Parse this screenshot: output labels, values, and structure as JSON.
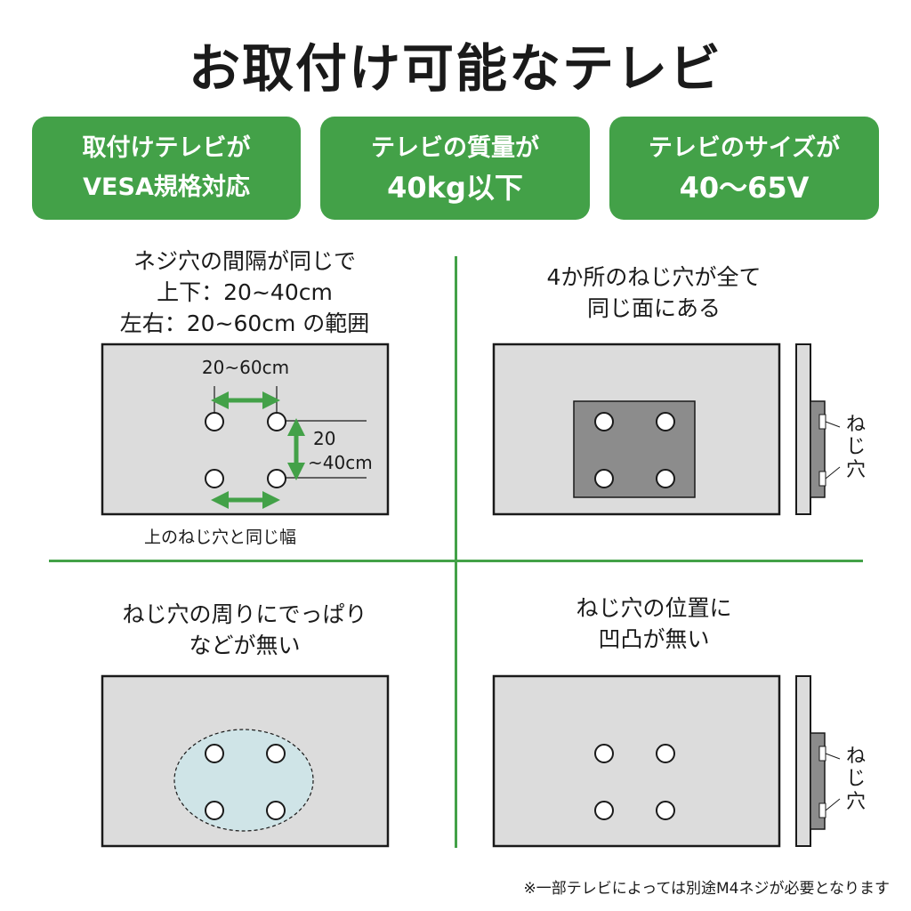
{
  "title": "お取付け可能なテレビ",
  "badges": [
    {
      "line1": "取付けテレビが",
      "line2": "VESA規格対応"
    },
    {
      "line1": "テレビの質量が",
      "line2": "40kg以下"
    },
    {
      "line1": "テレビのサイズが",
      "line2": "40〜65V"
    }
  ],
  "panels": {
    "top_left": {
      "caption": [
        "ネジ穴の間隔が同じで",
        "上下：20~40cm",
        "左右：20~60cm の範囲"
      ],
      "width_label": "20~60cm",
      "height_label_1": "20",
      "height_label_2": "~40cm",
      "below_label": "上のねじ穴と同じ幅"
    },
    "top_right": {
      "caption": [
        "4か所のねじ穴が全て",
        "同じ面にある"
      ],
      "side_label": [
        "ね",
        "じ",
        "穴"
      ]
    },
    "bottom_left": {
      "caption": [
        "ねじ穴の周りにでっぱり",
        "などが無い"
      ]
    },
    "bottom_right": {
      "caption": [
        "ねじ穴の位置に",
        "凹凸が無い"
      ],
      "side_label": [
        "ね",
        "じ",
        "穴"
      ]
    }
  },
  "footnote": "※一部テレビによっては別途M4ネジが必要となります",
  "colors": {
    "accent_green": "#43a148",
    "panel_gray": "#dcdcdc",
    "plate_gray": "#8c8c8c",
    "bump_blue": "#cfe4e7"
  }
}
